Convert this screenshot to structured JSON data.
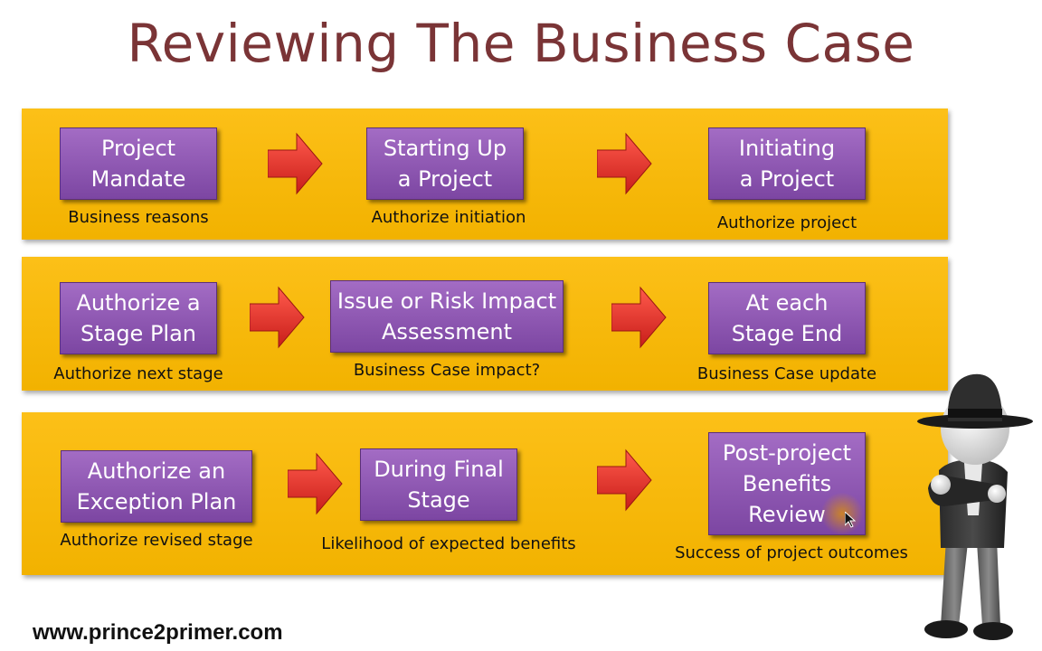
{
  "title": "Reviewing The Business Case",
  "rows": [
    {
      "steps": [
        {
          "label": "Project\nMandate",
          "caption": "Business reasons"
        },
        {
          "label": "Starting Up\na Project",
          "caption": "Authorize initiation"
        },
        {
          "label": "Initiating\na Project",
          "caption": "Authorize project"
        }
      ]
    },
    {
      "steps": [
        {
          "label": "Authorize a\nStage Plan",
          "caption": "Authorize next stage"
        },
        {
          "label": "Issue or Risk Impact\nAssessment",
          "caption": "Business Case impact?"
        },
        {
          "label": "At each\nStage End",
          "caption": "Business Case update"
        }
      ]
    },
    {
      "steps": [
        {
          "label": "Authorize an\nException Plan",
          "caption": "Authorize revised stage"
        },
        {
          "label": "During Final\nStage",
          "caption": "Likelihood of expected benefits"
        },
        {
          "label": "Post-project\nBenefits\nReview",
          "caption": "Success of project outcomes"
        }
      ]
    }
  ],
  "footer": "www.prince2primer.com",
  "colors": {
    "title": "#7a3436",
    "band": "#f7b900",
    "box": "#8e58b4",
    "arrow": "#e0302a"
  }
}
